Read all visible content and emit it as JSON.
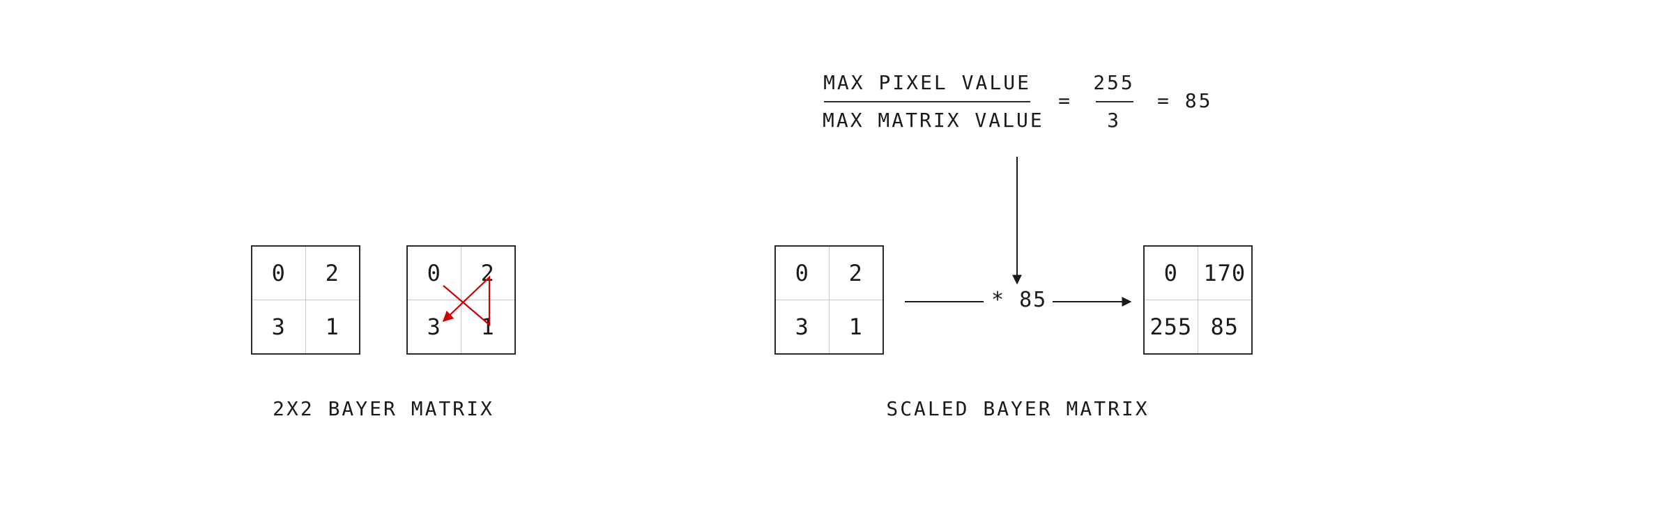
{
  "matrices": {
    "bayer_left": {
      "cells": [
        "0",
        "2",
        "3",
        "1"
      ]
    },
    "bayer_traversal": {
      "cells": [
        "0",
        "2",
        "3",
        "1"
      ]
    },
    "bayer_input": {
      "cells": [
        "0",
        "2",
        "3",
        "1"
      ]
    },
    "bayer_scaled": {
      "cells": [
        "0",
        "170",
        "255",
        "85"
      ]
    }
  },
  "captions": {
    "left": "2X2 BAYER MATRIX",
    "right": "SCALED BAYER MATRIX"
  },
  "formula": {
    "numerator": "MAX PIXEL VALUE",
    "denominator": "MAX MATRIX VALUE",
    "equals1": "=",
    "frac_numerator": "255",
    "frac_denominator": "3",
    "result": "= 85"
  },
  "operation": {
    "label": "* 85"
  },
  "colors": {
    "traversal_arrow": "#cc0000",
    "line": "#1a1a1a"
  }
}
